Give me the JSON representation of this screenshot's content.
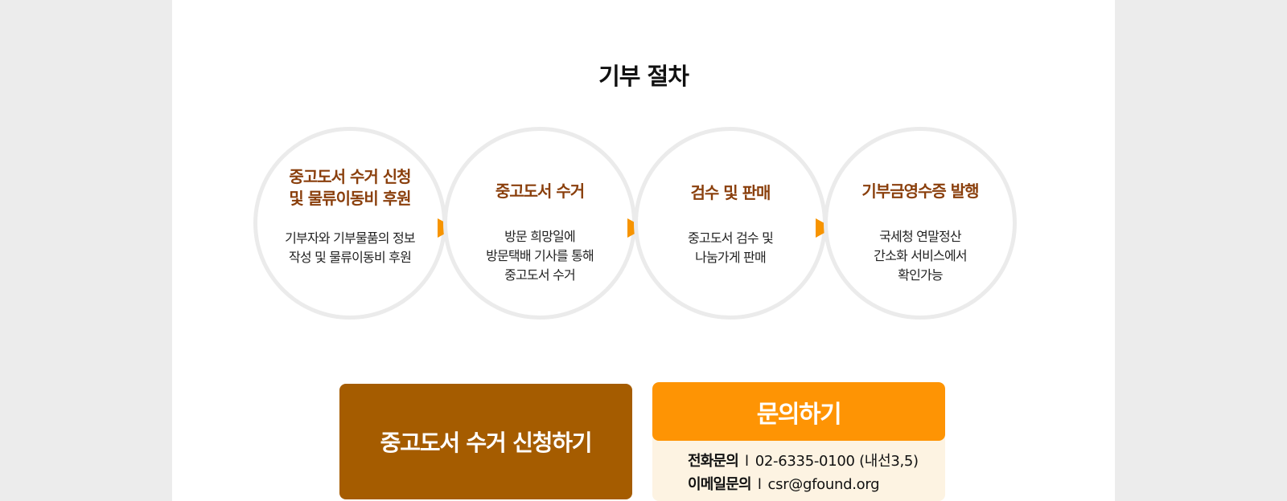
{
  "section": {
    "title": "기부 절차"
  },
  "steps": [
    {
      "title": "중고도서 수거 신청\n및 물류이동비 후원",
      "desc": "기부자와 기부물품의 정보\n작성 및 물류이동비 후원"
    },
    {
      "title": "중고도서 수거",
      "desc": "방문 희망일에\n방문택배 기사를 통해\n중고도서 수거"
    },
    {
      "title": "검수 및 판매",
      "desc": "중고도서 검수 및\n나눔가게 판매"
    },
    {
      "title": "기부금영수증 발행",
      "desc": "국세청 연말정산\n간소화 서비스에서\n확인가능"
    }
  ],
  "actions": {
    "apply_label": "중고도서 수거 신청하기",
    "contact_label": "문의하기"
  },
  "contact": {
    "phone_label": "전화문의",
    "phone_value": "02-6335-0100 (내선3,5)",
    "email_label": "이메일문의",
    "email_value": "csr@gfound.org",
    "separator": "l"
  },
  "colors": {
    "step_title": "#8a3f0c",
    "arrow": "#f79400",
    "apply_button": "#a55c00",
    "contact_button": "#fe9404",
    "contact_panel": "#fdf3e2",
    "circle_border": "#ebebeb"
  },
  "icons": {
    "step_arrow": "triangle-right-icon"
  }
}
